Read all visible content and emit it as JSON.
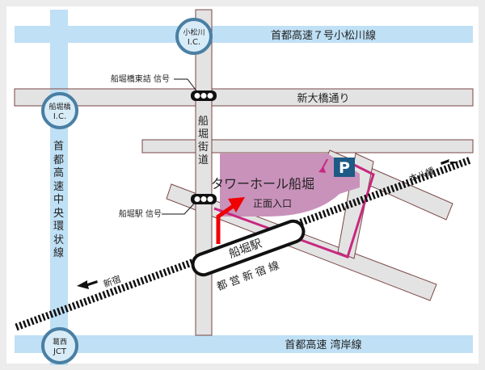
{
  "highways": {
    "top": "首都高速７号小松川線",
    "left": "首都高速 中央環状線",
    "bottom": "首都高速 湾岸線"
  },
  "interchanges": {
    "komatsugawa": [
      "小松川",
      "I.C."
    ],
    "funaborihashi": [
      "船堀橋",
      "I.C."
    ],
    "kasai": [
      "葛西",
      "JCT"
    ]
  },
  "roads": {
    "shin_ohashi": "新大橋通り",
    "funabori_kaido": "船堀街道"
  },
  "signals": {
    "east": "船堀橋東詰 信号",
    "station": "船堀駅 信号"
  },
  "building": {
    "name": "タワーホール船堀",
    "entrance": "正面入口",
    "parking": "P"
  },
  "station": {
    "name": "船堀駅",
    "line": "都営新宿線"
  },
  "directions": {
    "shinjuku": "新宿",
    "motoyawata": "本八幡"
  },
  "colors": {
    "highway": "#bfe0f5",
    "road": "#e3e3e3",
    "road_edge": "#7a4545",
    "building": "#c992bb",
    "route": "#c8287f",
    "parking": "#1d5a86",
    "entrance_arrow": "#f00000"
  }
}
